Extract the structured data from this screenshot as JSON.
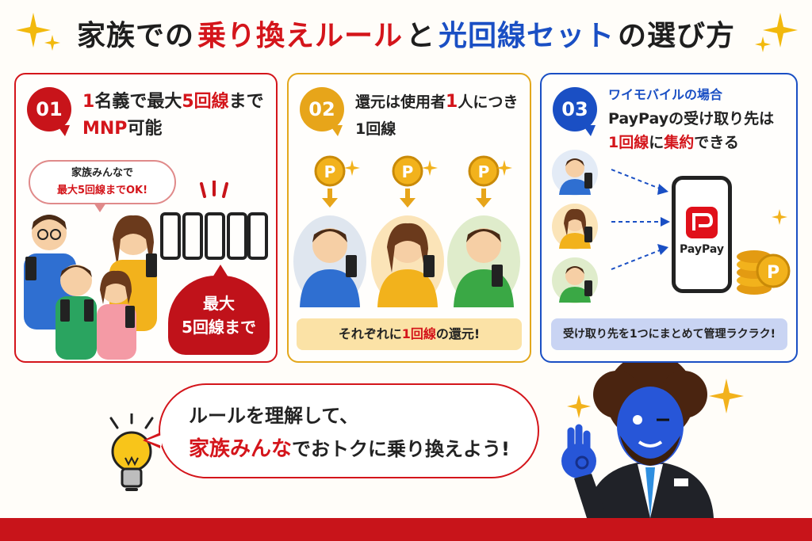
{
  "title": {
    "part1": "家族での",
    "part2": "乗り換えルール",
    "part3": "と",
    "part4": "光回線セット",
    "part5": "の選び方"
  },
  "panels": [
    {
      "number": "01",
      "heading_a": "1",
      "heading_b": "名義で最大",
      "heading_c": "5回線",
      "heading_d": "まで",
      "heading_e": "MNP",
      "heading_f": "可能",
      "bubble_line1": "家族みんなで",
      "bubble_line2": "最大5回線までOK!",
      "badge_line1": "最大",
      "badge_line2": "5回線まで"
    },
    {
      "number": "02",
      "heading_a": "還元は使用者",
      "heading_b": "1",
      "heading_c": "人につき",
      "heading_d": "1回線",
      "caption_a": "それぞれに",
      "caption_b": "1回線",
      "caption_c": "の還元!",
      "coin_letter": "P"
    },
    {
      "number": "03",
      "subheading": "ワイモバイルの場合",
      "heading_a": "PayPay",
      "heading_b": "の受け取り先は",
      "heading_c": "1回線",
      "heading_d": "に",
      "heading_e": "集約",
      "heading_f": "できる",
      "phone_app_label": "PayPay",
      "caption": "受け取り先を1つにまとめて管理ラクラク!"
    }
  ],
  "speech": {
    "line1": "ルールを理解して、",
    "line2_a": "家族みんな",
    "line2_b": "でおトクに乗り換えよう!"
  },
  "colors": {
    "red": "#d4151b",
    "blue": "#1a4fc4",
    "yellow": "#e7a51a",
    "bar": "#c8141a"
  },
  "icons": [
    "sparkle-icon",
    "smartphone-icon",
    "coin-icon",
    "arrow-down-icon",
    "light-bulb-icon",
    "paypay-logo-icon"
  ]
}
